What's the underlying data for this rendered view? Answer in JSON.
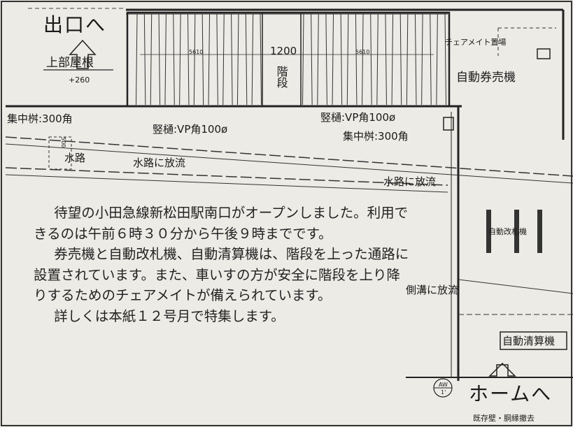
{
  "labels": {
    "exit": "出口へ",
    "roof": "上部屋根",
    "roof_level": "+260",
    "stairs": "階段",
    "dim_left": "5610",
    "dim_center": "1200",
    "dim_right": "5610",
    "chair_storage": "チェアメイト置場",
    "ticket_machine": "自動券売機",
    "catch_basin_left": "集中桝:300角",
    "downpipe_left": "竪樋:VP角100ø",
    "downpipe_right": "竪樋:VP角100ø",
    "catch_basin_right": "集中桝:300角",
    "channel_dim": "500",
    "waterway": "水路",
    "discharge_left": "水路に放流",
    "discharge_right": "水路に放流",
    "ticket_gate": "自動改札機",
    "side_ditch": "側溝に放流",
    "fare_adjust": "自動清算機",
    "platform": "ホームへ",
    "aw_top": "AW",
    "aw_bottom": "1'",
    "existing_wall": "既存壁・胴縁撤去"
  },
  "article": {
    "p1": "待望の小田急線新松田駅南口がオープンしました。利用できるのは午前６時３０分から午後９時までです。",
    "p2": "券売機と自動改札機、自動清算機は、階段を上った通路に設置されています。また、車いすの方が安全に階段を上り降りするためのチェアメイトが備えられています。",
    "p3": "詳しくは本紙１２号月で特集します。"
  }
}
